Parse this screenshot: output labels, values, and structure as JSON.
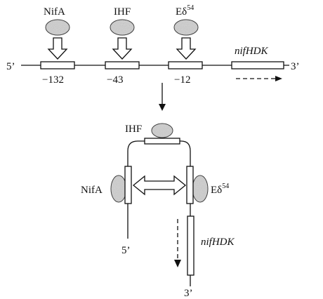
{
  "top": {
    "end5": "5’",
    "end3": "3’",
    "proteins": [
      {
        "name": "NifA",
        "sup": ""
      },
      {
        "name": "IHF",
        "sup": ""
      },
      {
        "name": "Eδ",
        "sup": "54"
      }
    ],
    "positions": [
      "−132",
      "−43",
      "−12"
    ],
    "gene": "nifHDK"
  },
  "bottom": {
    "ihf": "IHF",
    "nifa": "NifA",
    "esigma": "Eδ",
    "esigma_sup": "54",
    "gene": "nifHDK",
    "end5": "5’",
    "end3": "3’"
  }
}
